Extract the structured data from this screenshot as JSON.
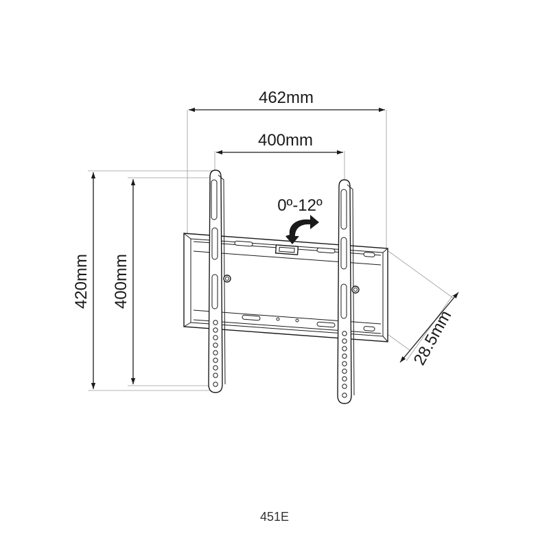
{
  "dimensions": {
    "overall_width": "462mm",
    "hole_spacing_width": "400mm",
    "overall_height": "420mm",
    "hole_spacing_height": "400mm",
    "tilt_range": "0º-12º",
    "wall_depth": "28.5mm"
  },
  "model": "451E",
  "colors": {
    "line": "#1a1a1a",
    "extension": "#9a9a9a"
  }
}
